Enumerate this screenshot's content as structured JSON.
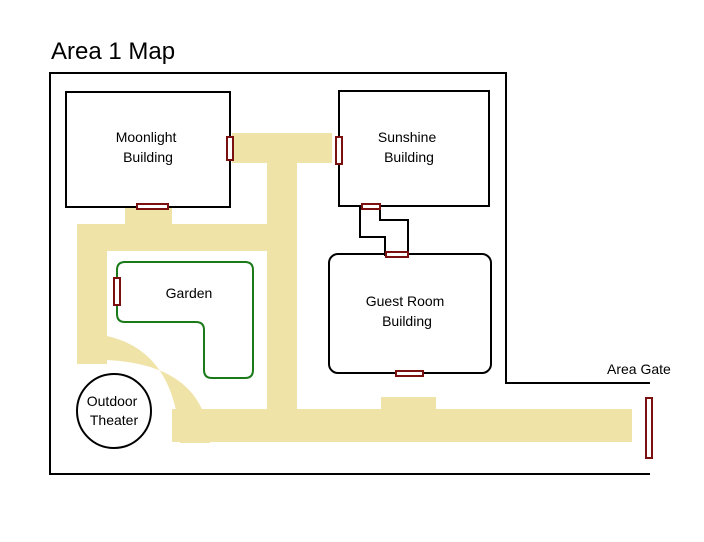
{
  "title": "Area 1 Map",
  "buildings": {
    "moonlight": [
      "Moonlight",
      "Building"
    ],
    "sunshine": [
      "Sunshine",
      "Building"
    ],
    "guest_room": [
      "Guest Room",
      "Building"
    ]
  },
  "garden": "Garden",
  "outdoor_theater": [
    "Outdoor",
    "Theater"
  ],
  "area_gate": "Area Gate",
  "colors": {
    "path": "#efe3a8",
    "door": "#7a1010",
    "garden_border": "#1a7a1a",
    "outline": "#000000"
  }
}
